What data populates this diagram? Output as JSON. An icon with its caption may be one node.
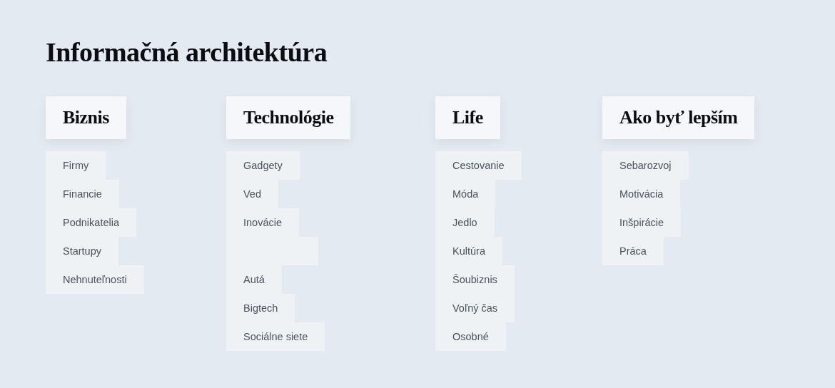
{
  "diagram": {
    "title": "Informačná architektúra",
    "nodes": [
      {
        "text": [
          "Biznis"
        ]
      },
      {
        "text": [
          "Firmy"
        ]
      },
      {
        "text": [
          "Financie"
        ]
      },
      {
        "text": [
          "Podnikatelia"
        ]
      },
      {
        "text": [
          "Startupy"
        ]
      },
      {
        "text": [
          "Nehnuteľnosti"
        ]
      },
      {
        "text": [
          "Technológie"
        ]
      },
      {
        "text": [
          "Gadgety"
        ]
      },
      {
        "text": [
          "Ved"
        ]
      },
      {
        "text": [
          "Inovácie"
        ]
      },
      {
        "text": [],
        "shape": "box"
      },
      {
        "text": [
          "Autá"
        ]
      },
      {
        "text": [
          "Bigtech"
        ]
      },
      {
        "text": [
          "Sociálne siete"
        ]
      },
      {
        "text": [
          "Life"
        ]
      },
      {
        "text": [
          "Cestovanie"
        ]
      },
      {
        "text": [
          "Móda"
        ]
      },
      {
        "text": [
          "Jedlo"
        ]
      },
      {
        "text": [
          "Kultúra"
        ]
      },
      {
        "text": [
          "Šoubiznis"
        ]
      },
      {
        "text": [
          "Voľný čas"
        ]
      },
      {
        "text": [
          "Osobné"
        ]
      },
      {
        "text": [
          "Ako byť lepším"
        ]
      },
      {
        "text": [
          "Sebarozvoj"
        ]
      },
      {
        "text": [
          "Motivácia"
        ]
      },
      {
        "text": [
          "Inšpirácie"
        ]
      },
      {
        "text": [
          "Práca"
        ]
      }
    ]
  }
}
